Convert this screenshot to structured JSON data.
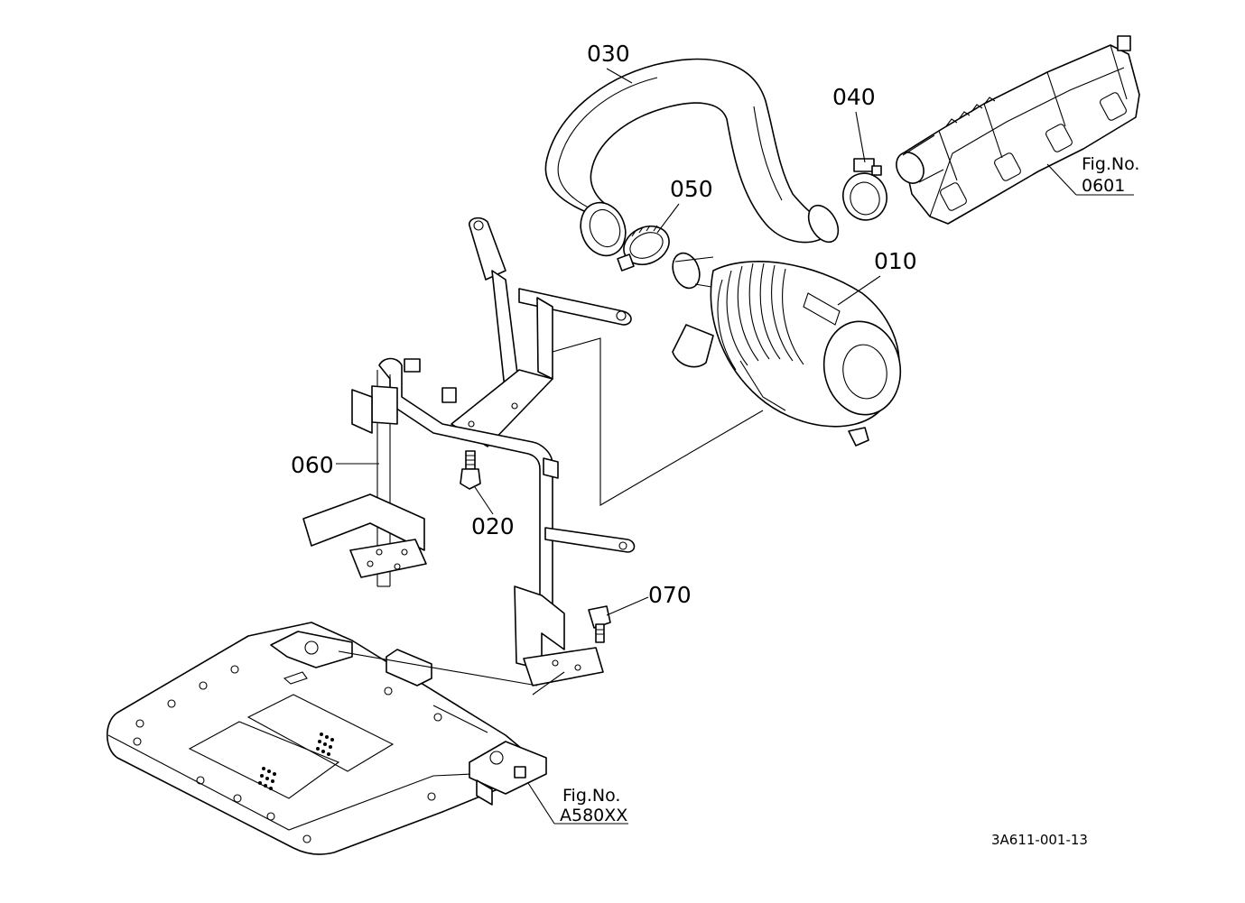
{
  "parts": {
    "p010": "010",
    "p020": "020",
    "p030": "030",
    "p040": "040",
    "p050": "050",
    "p060": "060",
    "p070": "070"
  },
  "fig_refs": {
    "manifold": {
      "line1": "Fig.No.",
      "line2": "0601"
    },
    "base": {
      "line1": "Fig.No.",
      "line2": "A580XX"
    }
  },
  "drawing_code": "3A611-001-13"
}
